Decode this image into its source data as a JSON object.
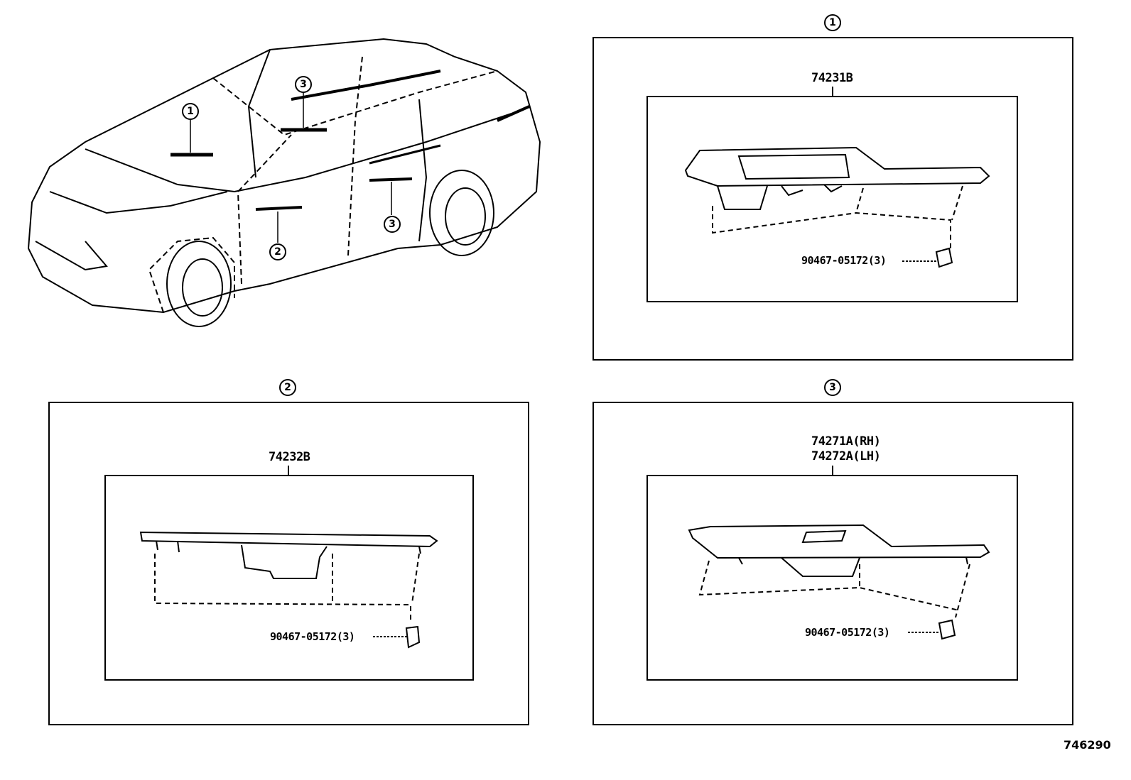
{
  "overview": {
    "callouts": [
      "1",
      "2",
      "3",
      "3"
    ]
  },
  "panels": [
    {
      "callout": "1",
      "part_numbers": [
        "74231B"
      ],
      "fastener": "90467-05172(3)"
    },
    {
      "callout": "2",
      "part_numbers": [
        "74232B"
      ],
      "fastener": "90467-05172(3)"
    },
    {
      "callout": "3",
      "part_numbers": [
        "74271A(RH)",
        "74272A(LH)"
      ],
      "fastener": "90467-05172(3)"
    }
  ],
  "diagram_code": "746290"
}
